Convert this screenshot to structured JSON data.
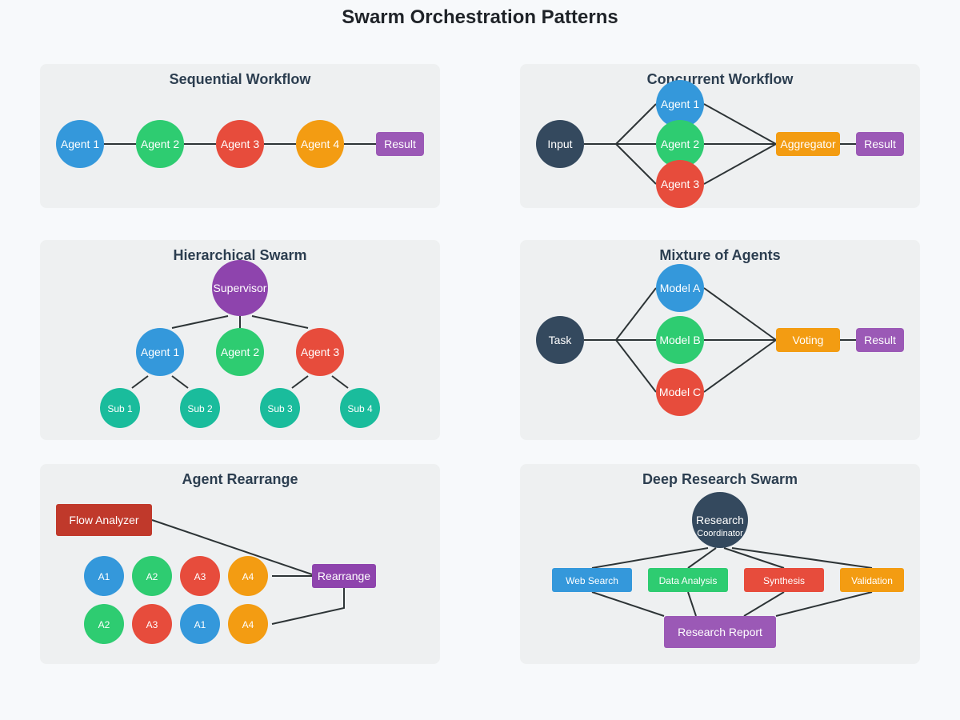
{
  "title": "Swarm Orchestration Patterns",
  "colors": {
    "blue": "#3498db",
    "green": "#2ecc71",
    "red": "#e74c3c",
    "orange": "#f39c12",
    "purple": "#9b59b6",
    "dark": "#34495e",
    "teal": "#1abc9c",
    "violet": "#8e44ad",
    "crimson": "#c0392b"
  },
  "sequential": {
    "title": "Sequential Workflow",
    "agent1": "Agent 1",
    "agent2": "Agent 2",
    "agent3": "Agent 3",
    "agent4": "Agent 4",
    "result": "Result"
  },
  "concurrent": {
    "title": "Concurrent Workflow",
    "input": "Input",
    "agent1": "Agent 1",
    "agent2": "Agent 2",
    "agent3": "Agent 3",
    "aggregator": "Aggregator",
    "result": "Result"
  },
  "hierarchical": {
    "title": "Hierarchical Swarm",
    "supervisor": "Supervisor",
    "agent1": "Agent 1",
    "agent2": "Agent 2",
    "agent3": "Agent 3",
    "sub1": "Sub 1",
    "sub2": "Sub 2",
    "sub3": "Sub 3",
    "sub4": "Sub 4"
  },
  "mixture": {
    "title": "Mixture of Agents",
    "task": "Task",
    "model_a": "Model A",
    "model_b": "Model B",
    "model_c": "Model C",
    "voting": "Voting",
    "result": "Result"
  },
  "rearrange": {
    "title": "Agent Rearrange",
    "flow_analyzer": "Flow Analyzer",
    "row1": [
      "A1",
      "A2",
      "A3",
      "A4"
    ],
    "row2": [
      "A2",
      "A3",
      "A1",
      "A4"
    ],
    "rearrange": "Rearrange"
  },
  "deep_research": {
    "title": "Deep Research Swarm",
    "coordinator_line1": "Research",
    "coordinator_line2": "Coordinator",
    "web_search": "Web Search",
    "data_analysis": "Data Analysis",
    "synthesis": "Synthesis",
    "validation": "Validation",
    "report": "Research Report"
  }
}
